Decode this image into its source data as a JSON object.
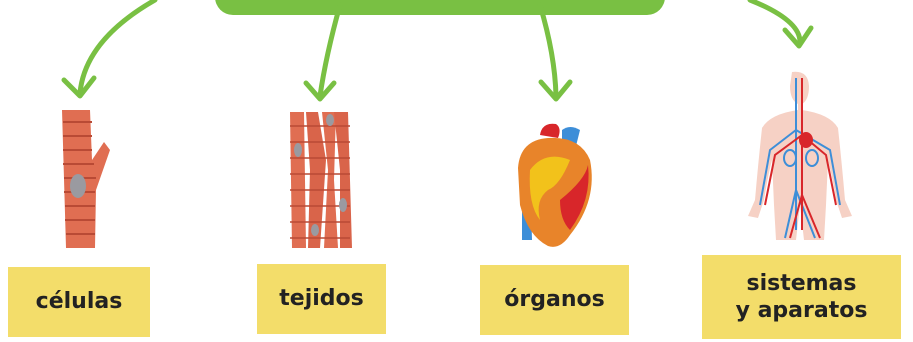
{
  "colors": {
    "arrow": "#79c043",
    "label_bg": "#f3dd6a",
    "cell_fill": "#e06e52",
    "cell_stripe": "#b94a35",
    "nucleus": "#9a9aa0",
    "heart_orange": "#e8842a",
    "heart_red": "#d8262a",
    "heart_yellow": "#f2c21b",
    "vessel_blue": "#3d8ed8",
    "body_skin": "#f6d1c5"
  },
  "nodes": [
    {
      "id": "cells",
      "label_lines": [
        "células"
      ],
      "icon": "muscle-cell-icon"
    },
    {
      "id": "tissues",
      "label_lines": [
        "tejidos"
      ],
      "icon": "muscle-tissue-icon"
    },
    {
      "id": "organs",
      "label_lines": [
        "órganos"
      ],
      "icon": "heart-icon"
    },
    {
      "id": "systems",
      "label_lines": [
        "sistemas",
        "y aparatos"
      ],
      "icon": "circulatory-system-icon"
    }
  ]
}
